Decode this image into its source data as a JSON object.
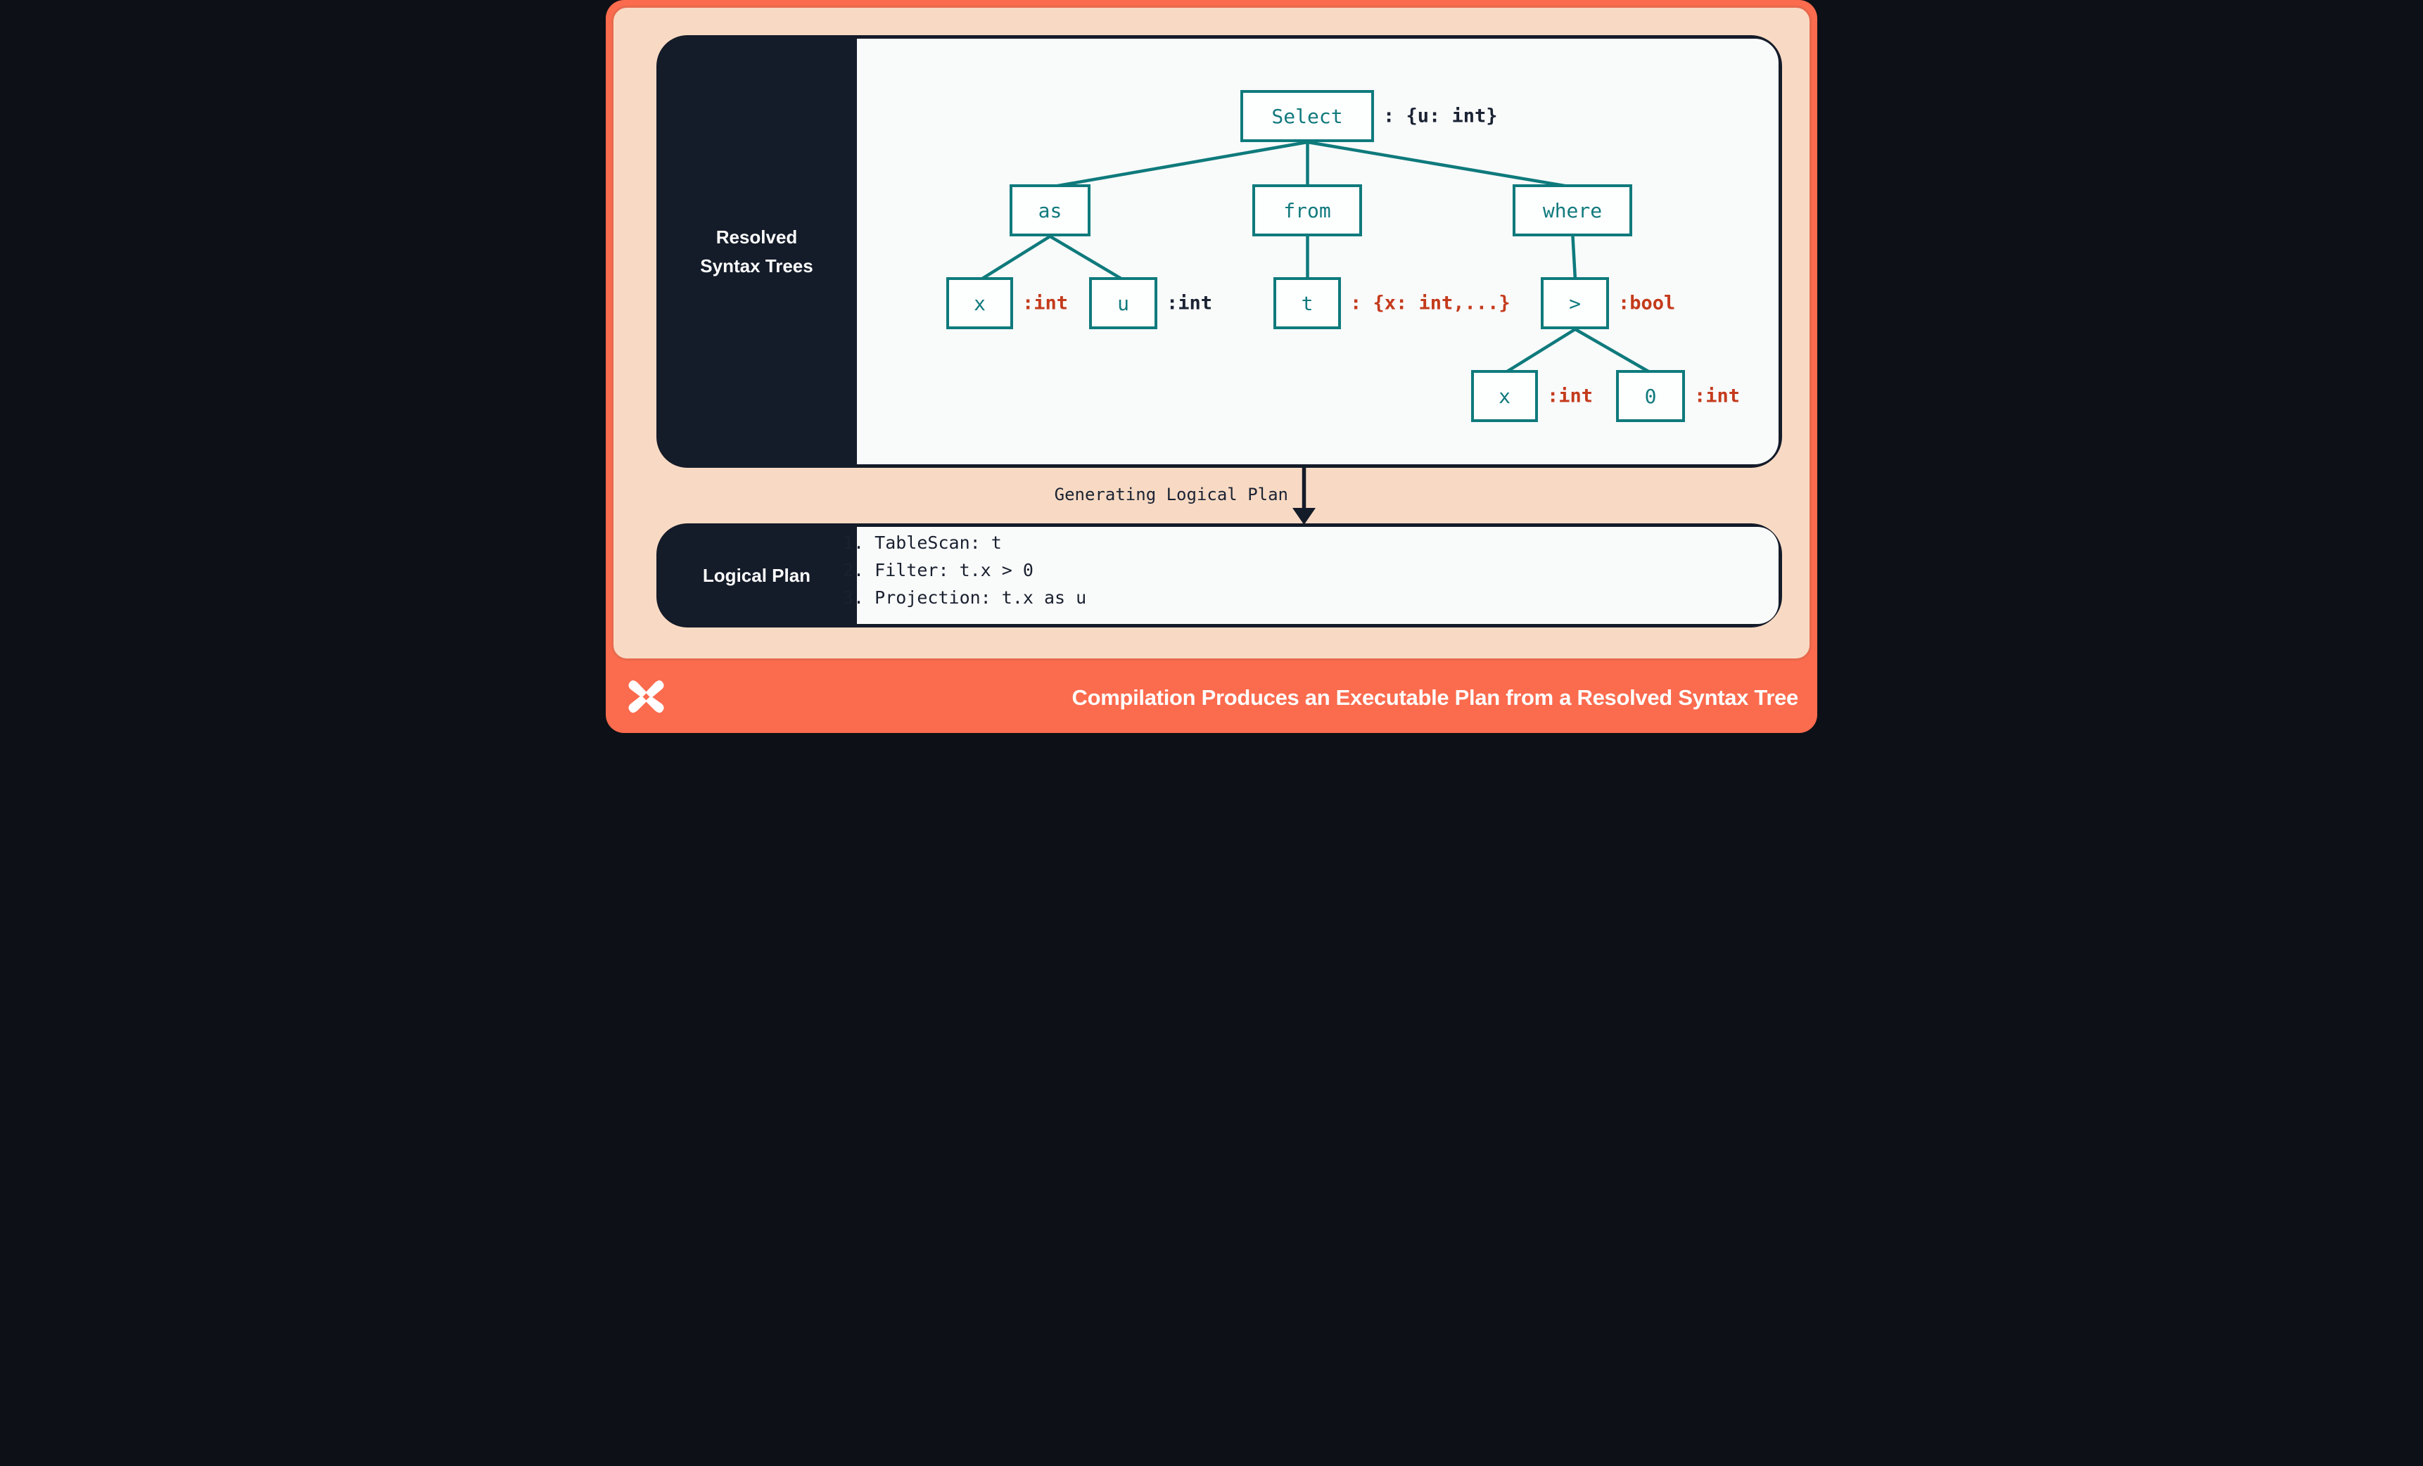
{
  "panels": {
    "syntax_trees": {
      "lines": [
        "Resolved",
        "Syntax Trees"
      ]
    },
    "logical_plan": {
      "title": "Logical Plan",
      "steps": [
        "1. TableScan: t",
        "2. Filter: t.x > 0",
        "3. Projection: t.x as u"
      ]
    }
  },
  "tree": {
    "select": {
      "label": "Select",
      "annotation": ": {u: int}"
    },
    "as_node": {
      "label": "as"
    },
    "from_node": {
      "label": "from"
    },
    "where_node": {
      "label": "where"
    },
    "x_alias": {
      "label": "x",
      "annotation": ":int"
    },
    "u_alias": {
      "label": "u",
      "annotation": ":int"
    },
    "t_table": {
      "label": "t",
      "annotation": ": {x: int,...}"
    },
    "gt_op": {
      "label": ">",
      "annotation": ":bool"
    },
    "x_operand": {
      "label": "x",
      "annotation": ":int"
    },
    "zero_operand": {
      "label": "0",
      "annotation": ":int"
    }
  },
  "transition": {
    "label": "Generating Logical Plan"
  },
  "footer": {
    "caption": "Compilation Produces an Executable Plan from a Resolved Syntax Tree",
    "logo": "dolt-x-logo"
  },
  "colors": {
    "teal": "#0f7a7c",
    "red": "#c43b1c",
    "navy": "#141b29",
    "peach": "#f8dac4",
    "footer_orange": "#fb6b4e",
    "border_orange": "#e8694c",
    "panel_white": "#f9fafa"
  }
}
